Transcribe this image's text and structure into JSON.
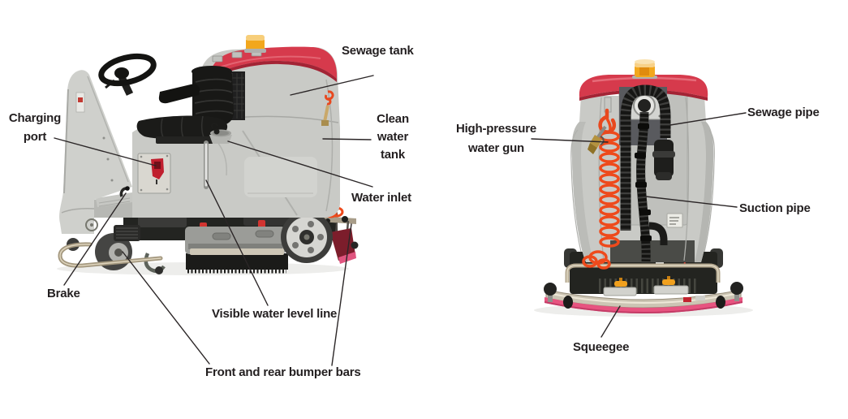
{
  "page": {
    "background": "#ffffff",
    "description": "Annotated parts diagram of a ride-on floor scrubber: side view at left, rear view at right"
  },
  "views": {
    "side_view": {
      "name": "Side view of ride-on floor scrubber",
      "labels": {
        "sewage_tank": "Sewage tank",
        "charging_port": "Charging\nport",
        "clean_water_tank": "Clean\nwater\ntank",
        "water_inlet": "Water inlet",
        "brake": "Brake",
        "visible_water_level_line": "Visible water level line",
        "front_and_rear_bumper_bars": "Front and rear bumper bars"
      }
    },
    "rear_view": {
      "name": "Rear view of ride-on floor scrubber",
      "labels": {
        "high_pressure_water_gun": "High-pressure\nwater gun",
        "sewage_pipe": "Sewage pipe",
        "suction_pipe": "Suction pipe",
        "squeegee": "Squeegee"
      }
    }
  },
  "colors": {
    "label_text": "#231f20",
    "leader_line": "#2b2627",
    "body_gray": "#c9cac6",
    "cover_red": "#d63a4c",
    "beacon_amber": "#f2a71d",
    "hose_orange": "#ee4a1c",
    "squeegee_pink": "#e75480",
    "pipe_black": "#161614",
    "stainless": "#b3a78f"
  }
}
